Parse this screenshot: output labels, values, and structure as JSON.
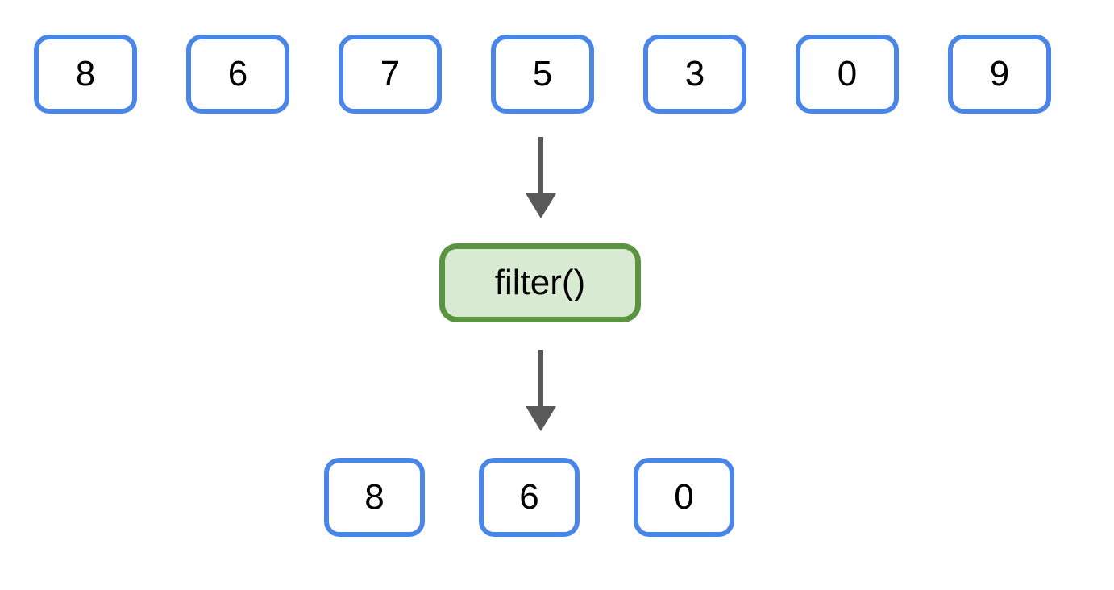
{
  "diagram": {
    "type": "flow",
    "input_row": {
      "values": [
        "8",
        "6",
        "7",
        "5",
        "3",
        "0",
        "9"
      ]
    },
    "operation": {
      "label": "filter()"
    },
    "output_row": {
      "values": [
        "8",
        "6",
        "0"
      ]
    },
    "icons": {
      "flow_arrow": "down-arrow"
    },
    "colors": {
      "background": "#ffffff",
      "item_border": "#4a86e8",
      "item_background": "#ffffff",
      "item_text": "#000000",
      "operation_border": "#5a9440",
      "operation_background": "#d9ead3",
      "operation_text": "#000000",
      "arrow": "#595959"
    }
  }
}
